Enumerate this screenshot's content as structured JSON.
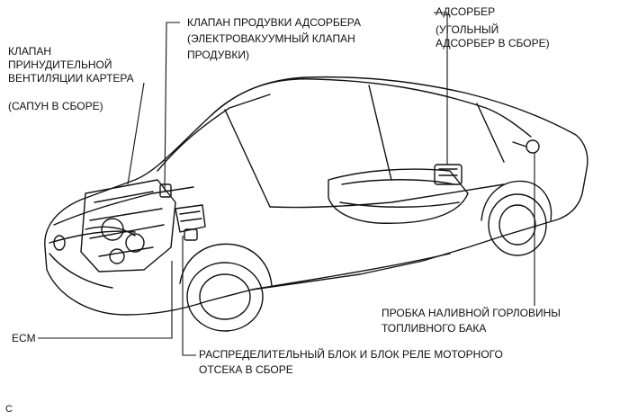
{
  "labels": {
    "pcv_valve": {
      "lines": [
        "КЛАПАН",
        "ПРИНУДИТЕЛЬНОЙ",
        "ВЕНТИЛЯЦИИ КАРТЕРА"
      ],
      "sub": "(САПУН В СБОРЕ)"
    },
    "purge_valve": {
      "lines": [
        "КЛАПАН ПРОДУВКИ АДСОРБЕРА",
        "(ЭЛЕКТРОВАКУУМНЫЙ КЛАПАН",
        "ПРОДУВКИ)"
      ]
    },
    "canister": {
      "lines": [
        "АДСОРБЕР"
      ],
      "sub_lines": [
        "(УГОЛЬНЫЙ",
        "АДСОРБЕР В СБОРЕ)"
      ]
    },
    "ecm": {
      "text": "ECM"
    },
    "fuel_cap": {
      "lines": [
        "ПРОБКА НАЛИВНОЙ ГОРЛОВИНЫ",
        "ТОПЛИВНОГО БАКА"
      ]
    },
    "relay_block": {
      "lines": [
        "РАСПРЕДЕЛИТЕЛЬНЫЙ БЛОК И БЛОК РЕЛЕ МОТОРНОГО",
        "ОТСЕКА В СБОРЕ"
      ]
    }
  },
  "figure_code": "C"
}
